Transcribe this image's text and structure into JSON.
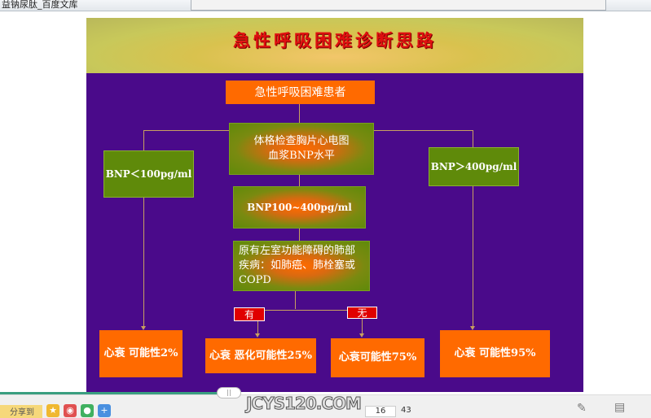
{
  "browser": {
    "tab_title": "益钠尿肽_百度文库"
  },
  "slide": {
    "title": "急性呼吸困难诊断思路",
    "start": "急性呼吸困难患者",
    "exam": [
      "体格检查胸片心电图",
      "血浆BNP水平"
    ],
    "bnp_low": "BNP＜100pg/ml",
    "bnp_high": "BNP＞400pg/ml",
    "bnp_mid": "BNP100~400pg/ml",
    "history": "原有左室功能障碍的肺部疾病：如肺癌、肺栓塞或COPD",
    "yes": "有",
    "no": "无",
    "out_low": "心衰 可能性2%",
    "out_yes": "心衰 恶化可能性25%",
    "out_no": "心衰可能性75%",
    "out_high": "心衰 可能性95%"
  },
  "viewer": {
    "share_label": "分享到",
    "watermark": "JCYS120.COM",
    "page_current": "16",
    "page_total": "43",
    "progress_fraction": 0.37
  }
}
